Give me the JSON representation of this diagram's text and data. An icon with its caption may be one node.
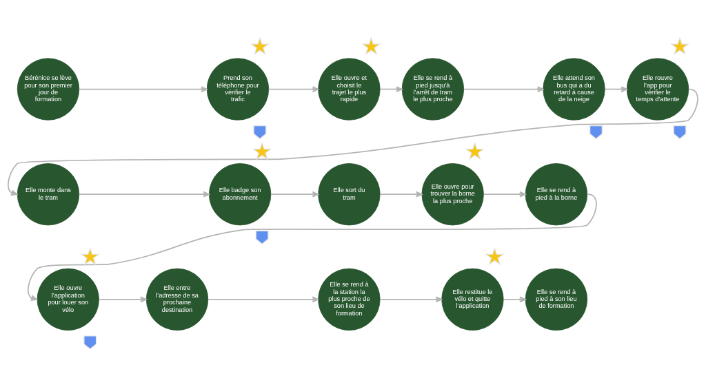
{
  "diagram": {
    "nodes": [
      {
        "text": [
          "Bérénice se lève pour son premier jour de formation"
        ]
      },
      {
        "text": [
          "Prend son téléphone pour vérifier le trafic"
        ]
      },
      {
        "text": [],
        "shape": "star"
      },
      {
        "text": [],
        "shape": "thumb"
      },
      {
        "text": [
          "Elle ouvre et choisit le trajet le plus rapide"
        ]
      },
      {
        "text": [],
        "shape": "star"
      },
      {
        "text": [
          "Elle se rend à pied jusqu’à l’arrêt de tram le plus proche"
        ]
      },
      {
        "text": [
          "Elle attend son bus qui a du retard à cause de la neige"
        ]
      },
      {
        "text": [],
        "shape": "thumb"
      },
      {
        "text": [
          "Elle rouvre l’app pour vérifier le temps d’attente"
        ]
      },
      {
        "text": [],
        "shape": "star"
      },
      {
        "text": [],
        "shape": "thumb"
      },
      {
        "text": [
          "Elle monte dans le tram"
        ]
      },
      {
        "text": [
          "Elle badge son abonnement"
        ]
      },
      {
        "text": [],
        "shape": "star"
      },
      {
        "text": [],
        "shape": "thumb"
      },
      {
        "text": [
          "Elle sort du tram"
        ]
      },
      {
        "text": [
          "Elle ouvre pour trouver la borne la plus proche"
        ]
      },
      {
        "text": [],
        "shape": "star"
      },
      {
        "text": [
          "Elle se rend à pied à la borne"
        ]
      },
      {
        "text": [
          "Elle ouvre l’application pour louer son vélo"
        ]
      },
      {
        "text": [],
        "shape": "star"
      },
      {
        "text": [],
        "shape": "thumb"
      },
      {
        "text": [
          "Elle entre l’adresse de sa prochaine destination"
        ]
      },
      {
        "text": [
          "Elle se rend à la station la plus proche de son lieu de formation"
        ]
      },
      {
        "text": [
          "Elle restitue le vélo et quitte l’application"
        ]
      },
      {
        "text": [],
        "shape": "star"
      },
      {
        "text": [
          "Elle se rend à pied à son lieu de formation"
        ]
      }
    ],
    "edges": [
      {
        "from": 0,
        "to": 1,
        "arrow": "to"
      },
      {
        "from": 1,
        "to": 4,
        "arrow": "to"
      },
      {
        "from": 4,
        "to": 6,
        "arrow": "to"
      },
      {
        "from": 6,
        "to": 7,
        "arrow": "to"
      },
      {
        "from": 7,
        "to": 9,
        "arrow": "to"
      },
      {
        "from": 9,
        "to": 12,
        "arrow": "to"
      },
      {
        "from": 12,
        "to": 13,
        "arrow": "to"
      },
      {
        "from": 13,
        "to": 16,
        "arrow": "to"
      },
      {
        "from": 16,
        "to": 17,
        "arrow": "to"
      },
      {
        "from": 17,
        "to": 19,
        "arrow": "to"
      },
      {
        "from": 19,
        "to": 20,
        "arrow": "to"
      },
      {
        "from": 20,
        "to": 23,
        "arrow": "to"
      },
      {
        "from": 23,
        "to": 24,
        "arrow": "to"
      },
      {
        "from": 24,
        "to": 25,
        "arrow": "to"
      },
      {
        "from": 25,
        "to": 27,
        "arrow": "to"
      }
    ]
  }
}
